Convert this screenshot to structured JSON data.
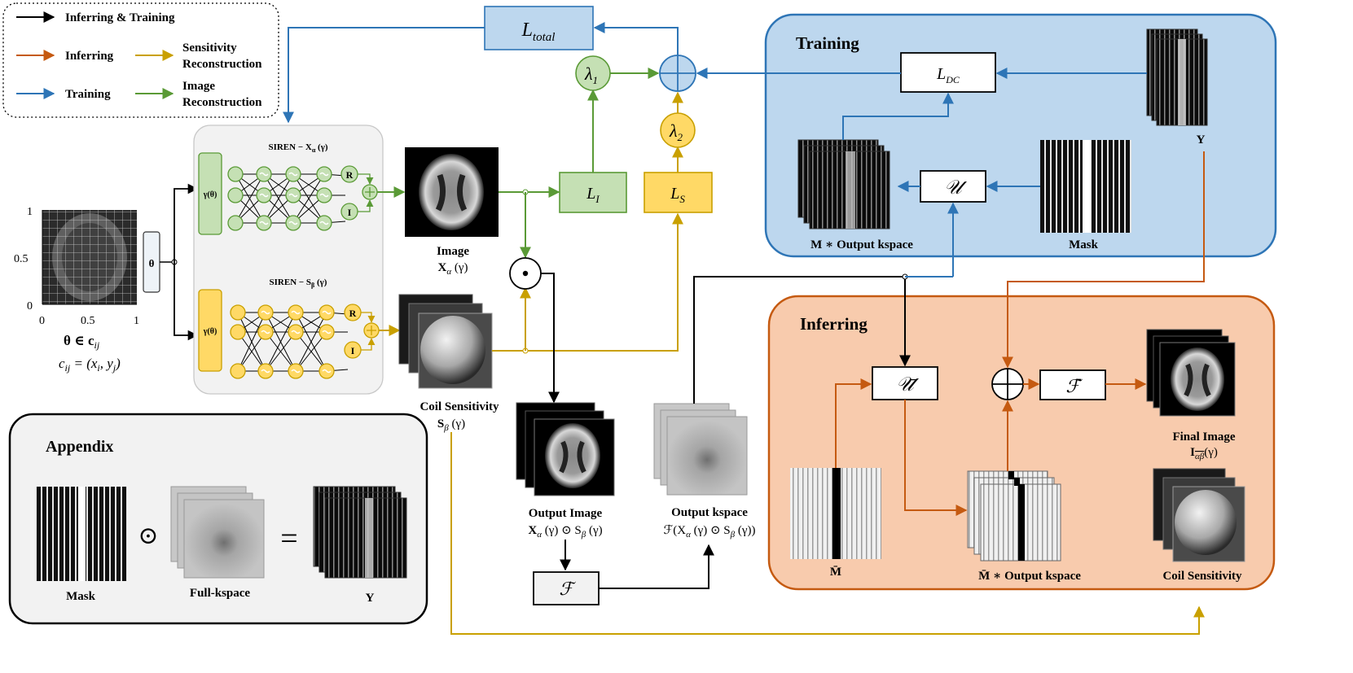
{
  "legend": {
    "infer_train": "Inferring & Training",
    "inferring": "Inferring",
    "training": "Training",
    "sens_recon_1": "Sensitivity",
    "sens_recon_2": "Reconstruction",
    "img_recon_1": "Image",
    "img_recon_2": "Reconstruction"
  },
  "colors": {
    "black": "#000000",
    "orange": "#c55a11",
    "blue": "#2e75b6",
    "gold": "#c9a000",
    "green": "#5a9a36",
    "training_fill": "#bdd7ee",
    "inferring_fill": "#f8cbad",
    "siren_green": "#c5e0b4",
    "siren_yellow": "#ffd966"
  },
  "losses": {
    "total": "L",
    "total_sub": "total",
    "dc": "L",
    "dc_sub": "DC",
    "li": "L",
    "li_sub": "I",
    "ls": "L",
    "ls_sub": "S",
    "lambda1": "λ",
    "lambda1_sub": "1",
    "lambda2": "λ",
    "lambda2_sub": "2"
  },
  "operators": {
    "undersample": "𝒰",
    "undersample_bar": "𝒰̄",
    "fourier": "ℱ",
    "fourier_bar": "ℱ̄",
    "plus": "⊕",
    "odot": "⊙",
    "equals": "="
  },
  "grid": {
    "ticks_y": [
      "1",
      "0.5",
      "0"
    ],
    "ticks_x": [
      "0",
      "0.5",
      "1"
    ],
    "theta_eq": "θ ∈ c",
    "theta_eq_sub": "ij",
    "cij_eq": "c",
    "cij_eq_sub": "ij",
    "cij_eq_rest": " = (x",
    "cij_i": "i",
    "cij_mid": ", y",
    "cij_j": "j",
    "cij_end": ")"
  },
  "theta_box": "θ",
  "siren": {
    "title_top": "SIREN − X",
    "title_top_sub": "α",
    "title_top_arg": " (γ)",
    "title_bottom": "SIREN − S",
    "title_bottom_sub": "β",
    "title_bottom_arg": " (γ)",
    "gamma_label": "γ(θ)",
    "r": "R",
    "i": "I"
  },
  "labels": {
    "image_1": "Image",
    "image_2": "X",
    "image_2_sub": "α",
    "image_2_arg": " (γ)",
    "coil_1": "Coil Sensitivity",
    "coil_2": "S",
    "coil_2_sub": "β",
    "coil_2_arg": " (γ)",
    "out_img_1": "Output Image",
    "out_img_2": "X",
    "out_img_2_sub": "α",
    "out_img_2_rest": " (γ) ⊙ S",
    "out_img_2_sub2": "β",
    "out_img_2_end": " (γ)",
    "out_ks_1": "Output kspace",
    "out_ks_2": "ℱ(X",
    "out_ks_2_sub": "α",
    "out_ks_2_rest": " (γ) ⊙ S",
    "out_ks_2_sub2": "β",
    "out_ks_2_end": " (γ))"
  },
  "training": {
    "title": "Training",
    "m_out": "M ∗ Output kspace",
    "mask": "Mask",
    "y": "Y"
  },
  "inferring": {
    "title": "Inferring",
    "mbar": "M̄",
    "mbar_out": "M̄ ∗ Output kspace",
    "final_1": "Final Image",
    "final_2": "I",
    "final_2_sub": "αβ",
    "final_2_arg": "(γ)",
    "coil": "Coil Sensitivity"
  },
  "appendix": {
    "title": "Appendix",
    "mask": "Mask",
    "full": "Full-kspace",
    "y": "Y"
  }
}
